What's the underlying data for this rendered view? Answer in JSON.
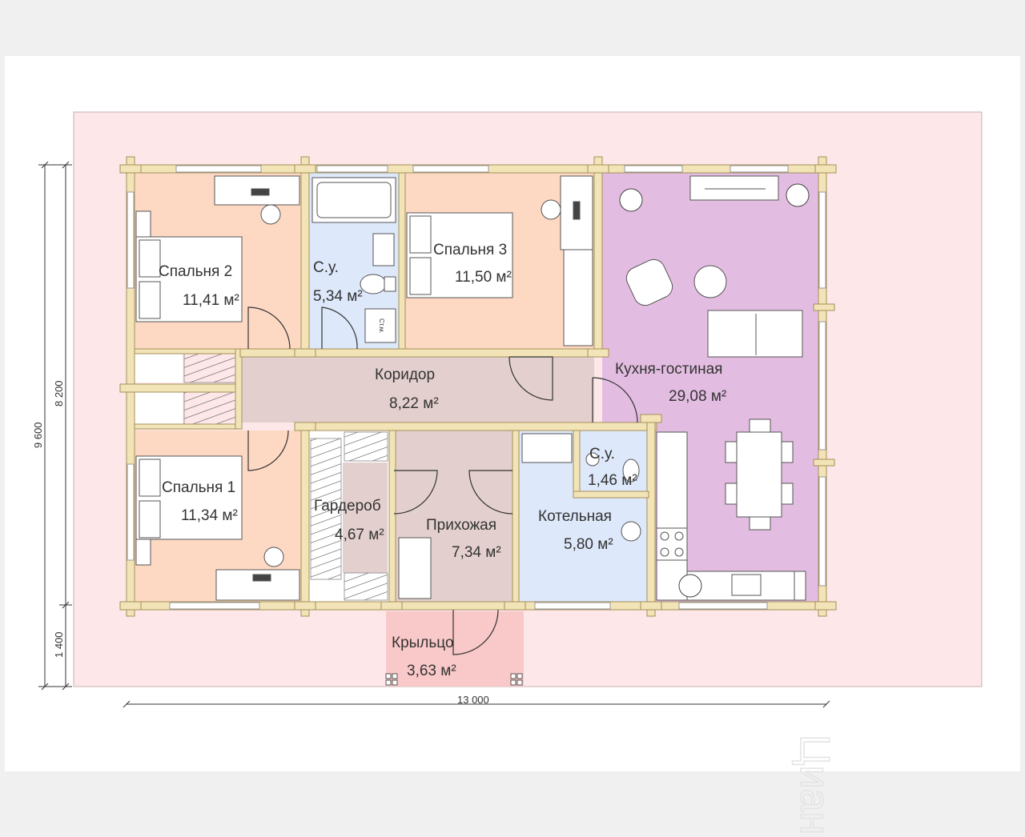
{
  "rooms": {
    "bedroom2": {
      "name": "Спальня 2",
      "area": "11,41 м²"
    },
    "bathroom1": {
      "name": "С.у.",
      "area": "5,34 м²"
    },
    "bedroom3": {
      "name": "Спальня 3",
      "area": "11,50 м²"
    },
    "kitchen_living": {
      "name": "Кухня-гостиная",
      "area": "29,08 м²"
    },
    "corridor": {
      "name": "Коридор",
      "area": "8,22 м²"
    },
    "bedroom1": {
      "name": "Спальня 1",
      "area": "11,34 м²"
    },
    "wardrobe": {
      "name": "Гардероб",
      "area": "4,67 м²"
    },
    "hallway": {
      "name": "Прихожая",
      "area": "7,34 м²"
    },
    "bathroom2": {
      "name": "С.у.",
      "area": "1,46 м²"
    },
    "boiler_room": {
      "name": "Котельная",
      "area": "5,80 м²"
    },
    "porch": {
      "name": "Крыльцо",
      "area": "3,63 м²"
    }
  },
  "dimensions": {
    "total_width": "13 000",
    "total_height": "9 600",
    "house_height": "8 200",
    "porch_height": "1 400"
  },
  "labels": {
    "washer": "Ст.м."
  },
  "watermark": "Циан",
  "colors": {
    "site": "#fde7e8",
    "bedroom": "#fdd9c4",
    "bathroom": "#dde8fa",
    "corridor": "#e3d0ce",
    "kitchen": "#e3bde1",
    "porch": "#f9c8c8",
    "wood": "#f3e4b8",
    "wardrobe": "#ffffff"
  }
}
